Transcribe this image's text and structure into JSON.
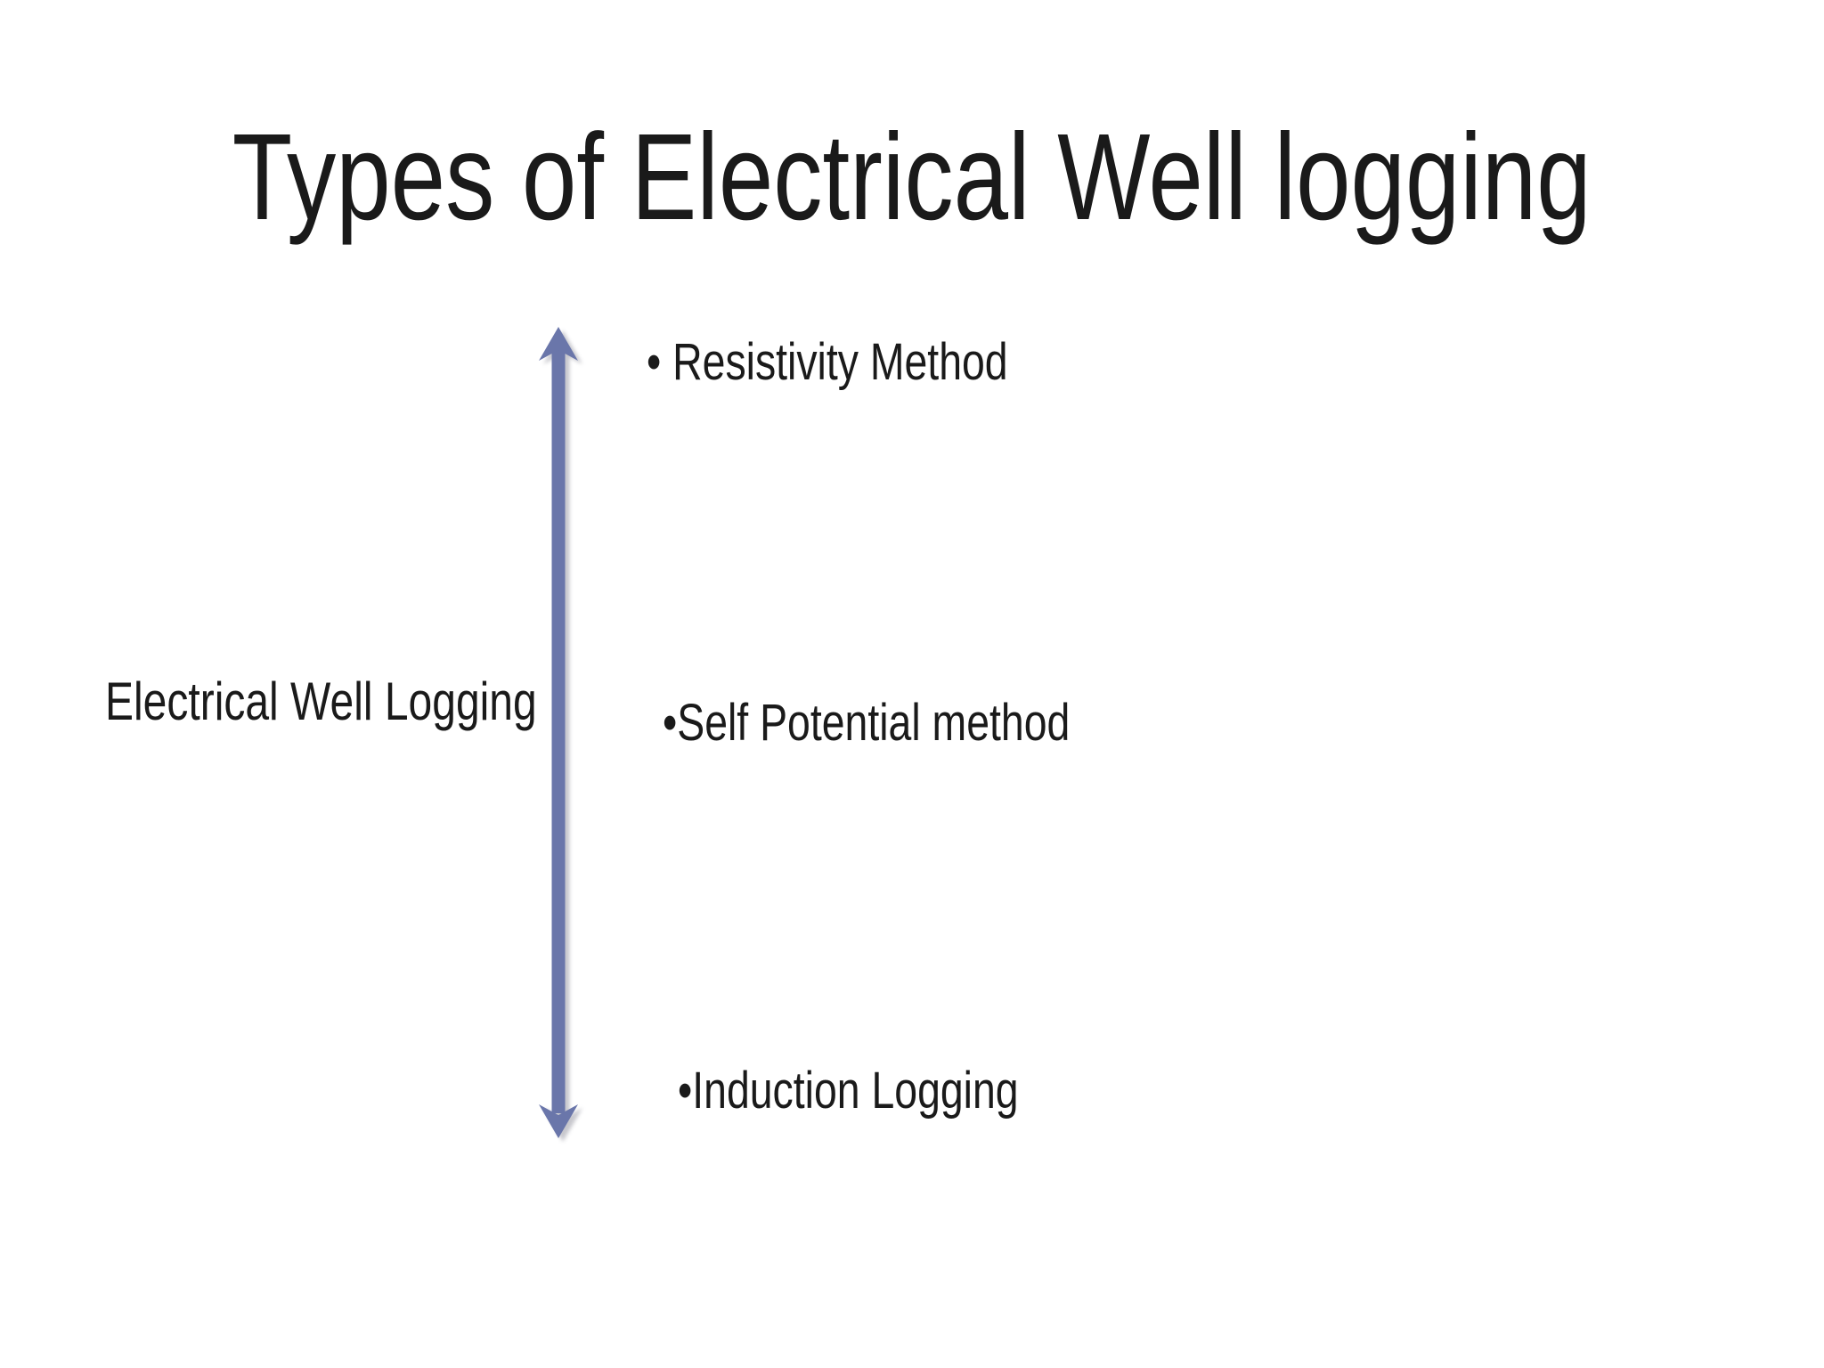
{
  "slide": {
    "title": "Types of Electrical Well logging",
    "side_label": "Electrical Well Logging",
    "bullets": [
      "• Resistivity Method",
      "•Self Potential method",
      "•Induction Logging"
    ]
  },
  "colors": {
    "background": "#ffffff",
    "text": "#1a1a1a",
    "arrow": "#6a76aa"
  }
}
